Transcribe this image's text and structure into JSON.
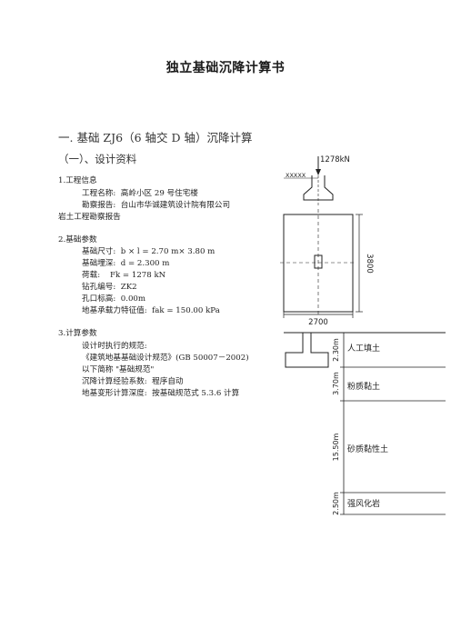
{
  "document_title": "独立基础沉降计算书",
  "section_heading": "一.  基础 ZJ6（6 轴交 D 轴）沉降计算",
  "subsection_heading": "（一）、设计资料",
  "engineering_info": {
    "heading": "1.工程信息",
    "project_label": "工程名称:",
    "project_value": "高岭小区 29 号住宅楼",
    "survey_label": "勘察报告:",
    "survey_value": "台山市华诚建筑设计院有限公司",
    "survey_value_cont": "岩土工程勘察报告"
  },
  "foundation_params": {
    "heading": "2.基础参数",
    "size_label": "基础尺寸:",
    "size_value": "b × l = 2.70 m× 3.80 m",
    "depth_label": "基础埋深:",
    "depth_value": "d = 2.300 m",
    "load_label": "荷载:",
    "load_value": "Fk = 1278 kN",
    "borehole_label": "钻孔编号:",
    "borehole_value": "ZK2",
    "elevation_label": "孔口标高:",
    "elevation_value": "0.00m",
    "bearing_label": "地基承载力特征值:",
    "bearing_value": "fak = 150.00 kPa"
  },
  "calc_params": {
    "heading": "3.计算参数",
    "code_label": "设计时执行的规范:",
    "code_value": "《建筑地基基础设计规范》(GB 50007－2002)",
    "abbr_value": "以下简称 \"基础规范\"",
    "factor_label": "沉降计算经验系数:",
    "factor_value": "程序自动",
    "depth_label": "地基变形计算深度:",
    "depth_value": "按基础规范式 5.3.6 计算"
  },
  "diagram": {
    "load_label": "1278kN",
    "column_mark": "XXXXX",
    "width_label": "2700",
    "length_label": "3800",
    "layers": [
      {
        "thickness": "2.30m",
        "name": "人工填土"
      },
      {
        "thickness": "3.70m",
        "name": "粉质黏土"
      },
      {
        "thickness": "15.50m",
        "name": "砂质黏性土"
      },
      {
        "thickness": "2.50m",
        "name": "强风化岩"
      }
    ]
  }
}
